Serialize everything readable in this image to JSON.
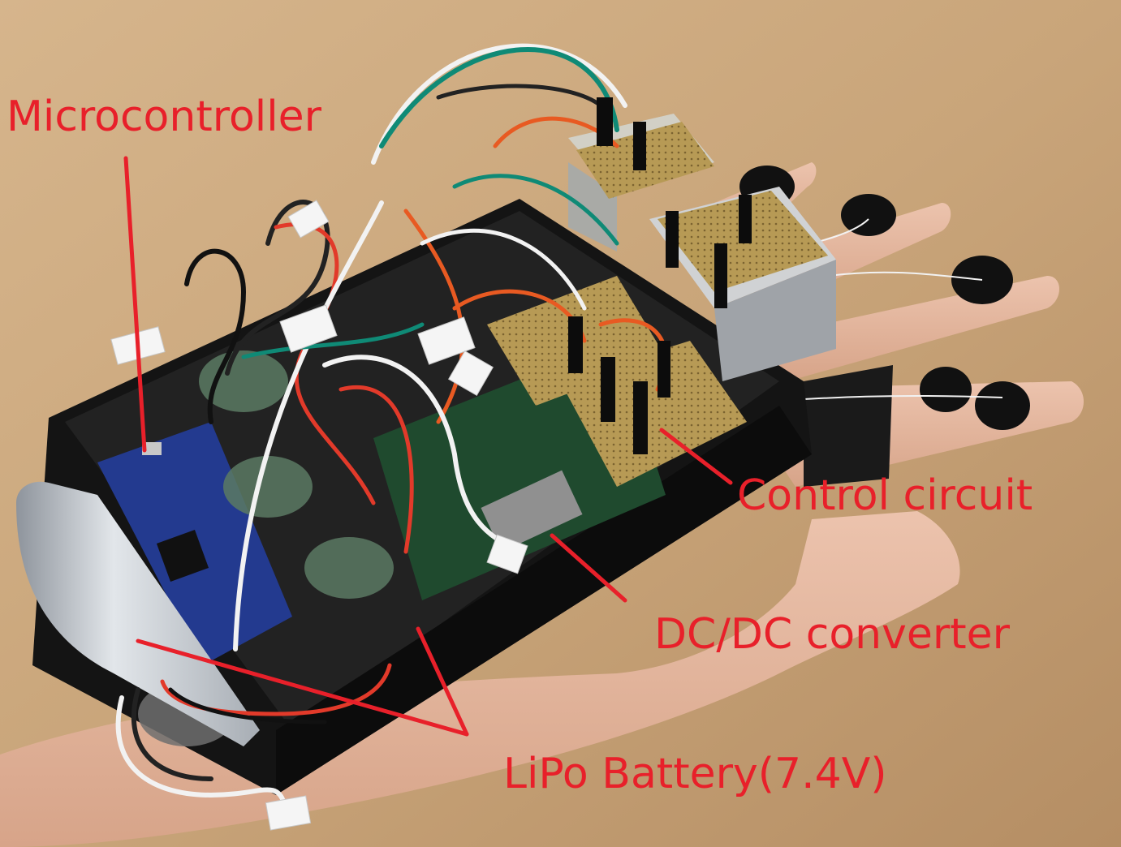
{
  "labels": {
    "microcontroller": "Microcontroller",
    "control_circuit": "Control circuit",
    "dcdc_converter": "DC/DC converter",
    "lipo_battery": "LiPo Battery(7.4V)"
  },
  "colors": {
    "annotation": "#e8202a",
    "table": "#c9a57a",
    "case": "#141414",
    "skin": "#e3b59d",
    "pcb_blue": "#233a8f",
    "perfboard": "#b79a55"
  }
}
